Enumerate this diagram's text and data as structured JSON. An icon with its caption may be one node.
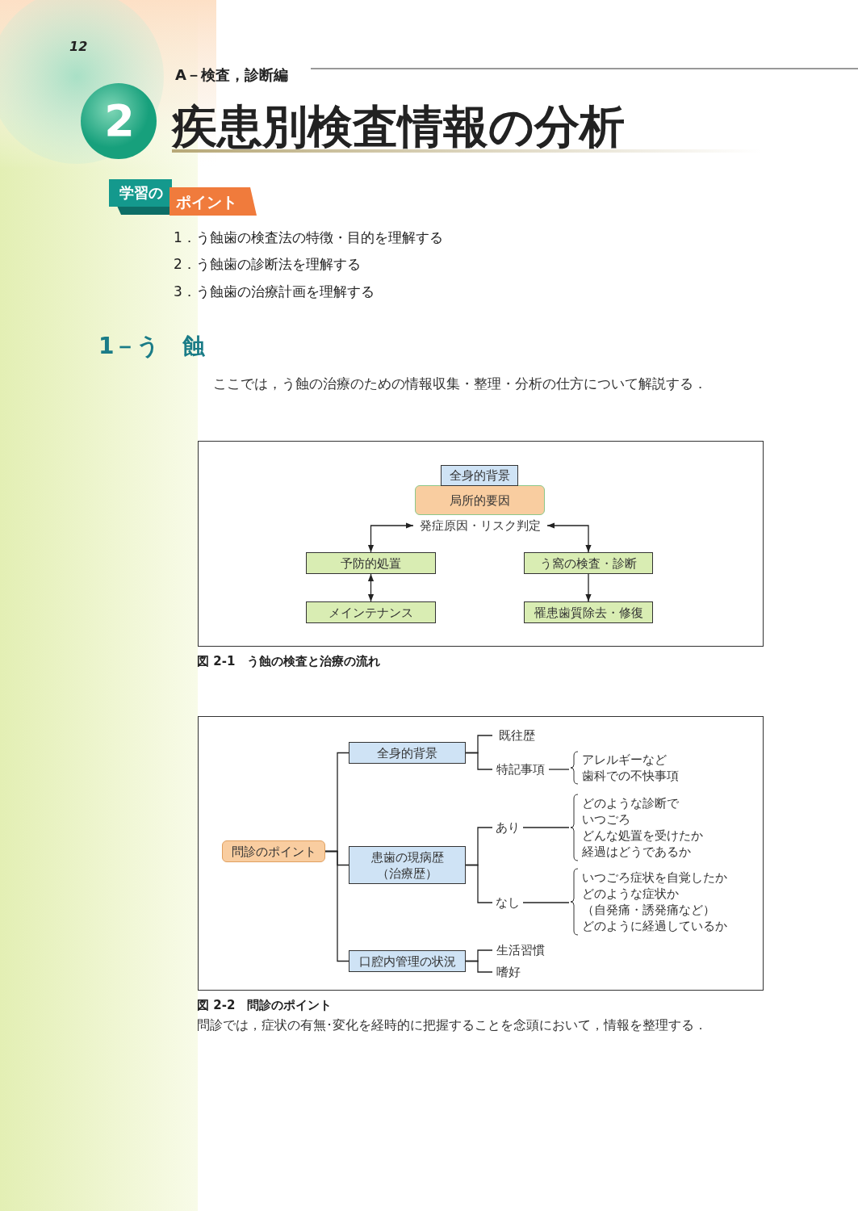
{
  "diagram": {
    "title": "疾患別検査情報の分析",
    "nodes": [
      {
        "text": [
          "全身的背景"
        ]
      },
      {
        "text": [
          "局所的要因"
        ]
      },
      {
        "text": [
          "発症原因・リスク判定"
        ]
      },
      {
        "text": [
          "予防的処置"
        ]
      },
      {
        "text": [
          "メインテナンス"
        ]
      },
      {
        "text": [
          "う窩の検査・診断"
        ]
      },
      {
        "text": [
          "罹患歯質除去・修復"
        ]
      },
      {
        "text": [
          "問診のポイント"
        ]
      },
      {
        "text": [
          "全身的背景"
        ]
      },
      {
        "text": [
          "患歯の現病歴（治療歴）"
        ]
      },
      {
        "text": [
          "口腔内管理の状況"
        ]
      },
      {
        "text": [
          "既往歴"
        ]
      },
      {
        "text": [
          "特記事項"
        ]
      },
      {
        "text": [
          "アレルギーなど",
          "歯科での不快事項"
        ]
      },
      {
        "text": [
          "あり"
        ]
      },
      {
        "text": [
          "なし"
        ]
      },
      {
        "text": [
          "どのような診断で",
          "いつごろ",
          "どんな処置を受けたか",
          "経過はどうであるか"
        ]
      },
      {
        "text": [
          "いつごろ症状を自覚したか",
          "どのような症状か",
          "（自発痛・誘発痛など）",
          "どのように経過しているか"
        ]
      },
      {
        "text": [
          "生活習慣"
        ]
      },
      {
        "text": [
          "嗜好"
        ]
      }
    ],
    "edges": [
      {
        "from": 3,
        "to": 2,
        "arrow": "both"
      },
      {
        "from": 5,
        "to": 2,
        "arrow": "both"
      },
      {
        "from": 3,
        "to": 4,
        "arrow": "both"
      },
      {
        "from": 5,
        "to": 6,
        "arrow": "to"
      },
      {
        "from": 7,
        "to": 8,
        "arrow": "none"
      },
      {
        "from": 7,
        "to": 9,
        "arrow": "none"
      },
      {
        "from": 7,
        "to": 10,
        "arrow": "none"
      },
      {
        "from": 8,
        "to": 11,
        "arrow": "none"
      },
      {
        "from": 8,
        "to": 12,
        "arrow": "none"
      },
      {
        "from": 12,
        "to": 13,
        "arrow": "none"
      },
      {
        "from": 9,
        "to": 14,
        "arrow": "none"
      },
      {
        "from": 9,
        "to": 15,
        "arrow": "none"
      },
      {
        "from": 14,
        "to": 16,
        "arrow": "none"
      },
      {
        "from": 15,
        "to": 17,
        "arrow": "none"
      },
      {
        "from": 10,
        "to": 18,
        "arrow": "none"
      },
      {
        "from": 10,
        "to": 19,
        "arrow": "none"
      }
    ],
    "labels": [
      "12",
      "A－検査，診断編",
      "2",
      "学習の",
      "ポイント",
      "1．う蝕歯の検査法の特徴・目的を理解する",
      "2．う蝕歯の診断法を理解する",
      "3．う蝕歯の治療計画を理解する",
      "1－う　蝕",
      "ここでは，う蝕の治療のための情報収集・整理・分析の仕方について解説する．",
      "図 2-1　う蝕の検査と治療の流れ",
      "図 2-2　問診のポイント",
      "問診では，症状の有無･変化を経時的に把握することを念頭において，情報を整理する．"
    ]
  }
}
